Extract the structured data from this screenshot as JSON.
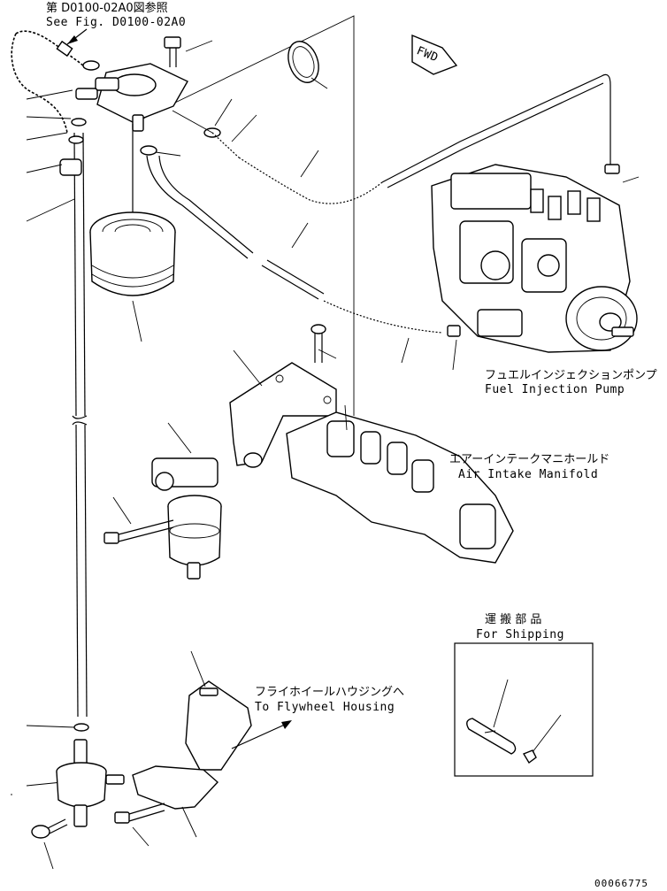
{
  "labels": {
    "ref_jp": "第 D0100-02A0図参照",
    "ref_en": "See Fig. D0100-02A0",
    "fwd": "FWD",
    "pump_jp": "フュエルインジェクションポンプ",
    "pump_en": "Fuel Injection Pump",
    "manifold_jp": "エアーインテークマニホールド",
    "manifold_en": "Air Intake Manifold",
    "shipping_jp": "運 搬 部 品",
    "shipping_en": "For Shipping",
    "flywheel_jp": "フライホイールハウジングへ",
    "flywheel_en": "To Flywheel Housing",
    "drawing_number": "00066775"
  }
}
